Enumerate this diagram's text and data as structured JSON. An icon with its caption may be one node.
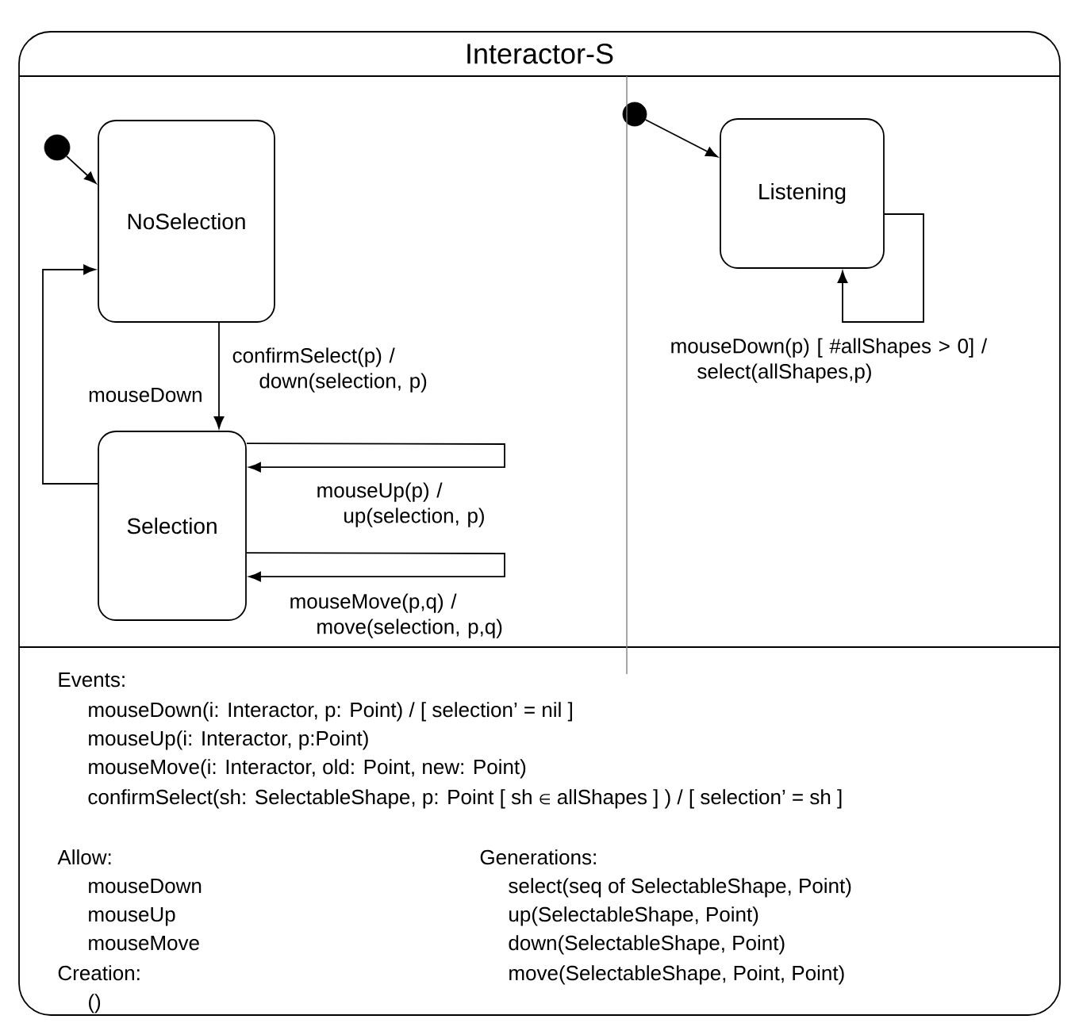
{
  "diagram": {
    "nodes": [
      {
        "text": [
          "Interactor-S"
        ]
      },
      {
        "text": [],
        "shape": "circle",
        "in": 0
      },
      {
        "text": [
          "NoSelection"
        ],
        "in": 0
      },
      {
        "text": [
          "Selection"
        ],
        "in": 0
      },
      {
        "text": [],
        "shape": "circle",
        "in": 0
      },
      {
        "text": [
          "Listening"
        ],
        "in": 0
      }
    ],
    "edges": [
      {
        "from": 1,
        "to": 2,
        "arrow": "to"
      },
      {
        "from": 2,
        "to": 3,
        "arrow": "to",
        "label": "confirmSelect(p) / down(selection, p)"
      },
      {
        "from": 3,
        "to": 2,
        "arrow": "to",
        "label": "mouseDown"
      },
      {
        "from": 3,
        "to": 3,
        "arrow": "to",
        "label": "mouseUp(p) / up(selection, p)"
      },
      {
        "from": 3,
        "to": 3,
        "arrow": "to",
        "label": "mouseMove(p,q) / move(selection, p,q)"
      },
      {
        "from": 4,
        "to": 5,
        "arrow": "to"
      },
      {
        "from": 5,
        "to": 5,
        "arrow": "to",
        "label": "mouseDown(p) [ #allShapes > 0] / select(allShapes,p)"
      }
    ],
    "labels": [
      "Events:",
      "mouseDown(i: Interactor, p: Point) / [ selection’ = nil ]",
      "mouseUp(i: Interactor, p:Point)",
      "mouseMove(i: Interactor, old: Point, new: Point)",
      "confirmSelect(sh: SelectableShape, p: Point [ sh ∈ allShapes ] ) / [ selection’ = sh ]",
      "Allow:",
      "Generations:",
      "mouseDown",
      "select(seq of SelectableShape, Point)",
      "mouseUp",
      "up(SelectableShape, Point)",
      "mouseMove",
      "down(SelectableShape, Point)",
      "Creation:",
      "move(SelectableShape, Point, Point)",
      "()"
    ]
  }
}
